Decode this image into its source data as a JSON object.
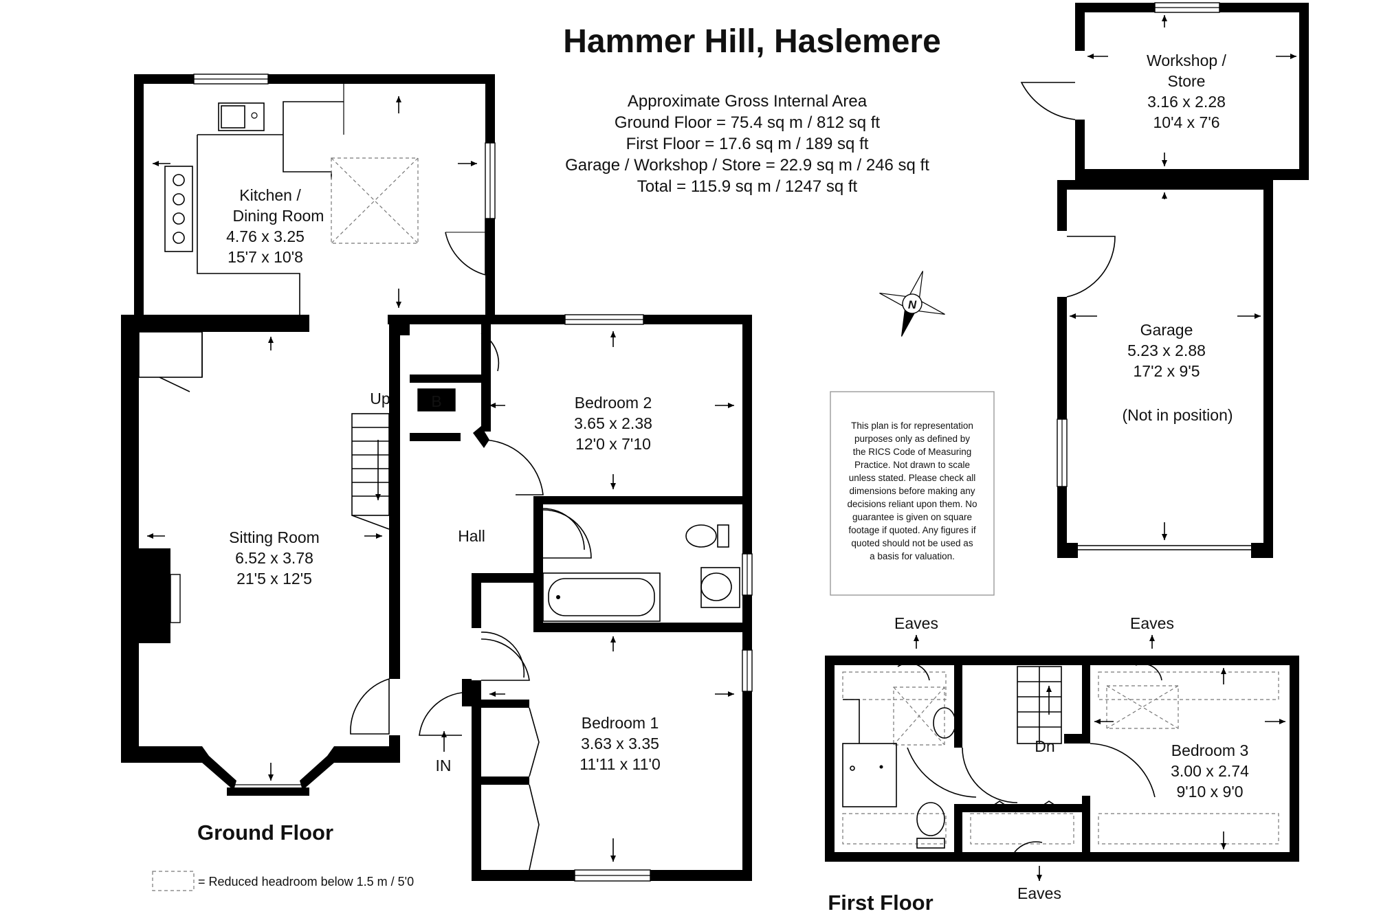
{
  "title": "Hammer Hill, Haslemere",
  "area": {
    "heading": "Approximate Gross Internal Area",
    "ground": "Ground Floor = 75.4 sq m / 812 sq ft",
    "first": "First Floor = 17.6 sq m / 189 sq ft",
    "garage": "Garage / Workshop / Store = 22.9 sq m / 246 sq ft",
    "total": "Total = 115.9 sq m / 1247 sq ft"
  },
  "rooms": {
    "kitchen": {
      "name1": "Kitchen /",
      "name2": "Dining Room",
      "metric": "4.76 x 3.25",
      "imperial": "15'7 x 10'8"
    },
    "sitting": {
      "name": "Sitting Room",
      "metric": "6.52 x 3.78",
      "imperial": "21'5 x 12'5"
    },
    "bedroom2": {
      "name": "Bedroom 2",
      "metric": "3.65 x 2.38",
      "imperial": "12'0 x 7'10"
    },
    "bedroom1": {
      "name": "Bedroom 1",
      "metric": "3.63 x 3.35",
      "imperial": "11'11 x 11'0"
    },
    "bedroom3": {
      "name": "Bedroom 3",
      "metric": "3.00 x 2.74",
      "imperial": "9'10 x 9'0"
    },
    "workshop": {
      "name1": "Workshop /",
      "name2": "Store",
      "metric": "3.16 x 2.28",
      "imperial": "10'4 x 7'6"
    },
    "garage": {
      "name": "Garage",
      "metric": "5.23 x 2.88",
      "imperial": "17'2 x 9'5",
      "note": "(Not in position)"
    },
    "hall": "Hall"
  },
  "labels": {
    "up": "Up",
    "dn": "Dn",
    "boiler": "B",
    "entrance": "IN",
    "eaves": "Eaves",
    "compass": "N"
  },
  "floors": {
    "ground": "Ground Floor",
    "first": "First Floor"
  },
  "legend": "= Reduced headroom below 1.5 m / 5'0",
  "disclaimer": [
    "This plan is for representation",
    "purposes only as defined by",
    "the RICS Code of Measuring",
    "Practice. Not drawn to scale",
    "unless stated. Please check all",
    "dimensions before making any",
    "decisions reliant upon them. No",
    "guarantee is given on square",
    "footage if quoted. Any figures if",
    "quoted should not be used as",
    "a basis for valuation."
  ]
}
